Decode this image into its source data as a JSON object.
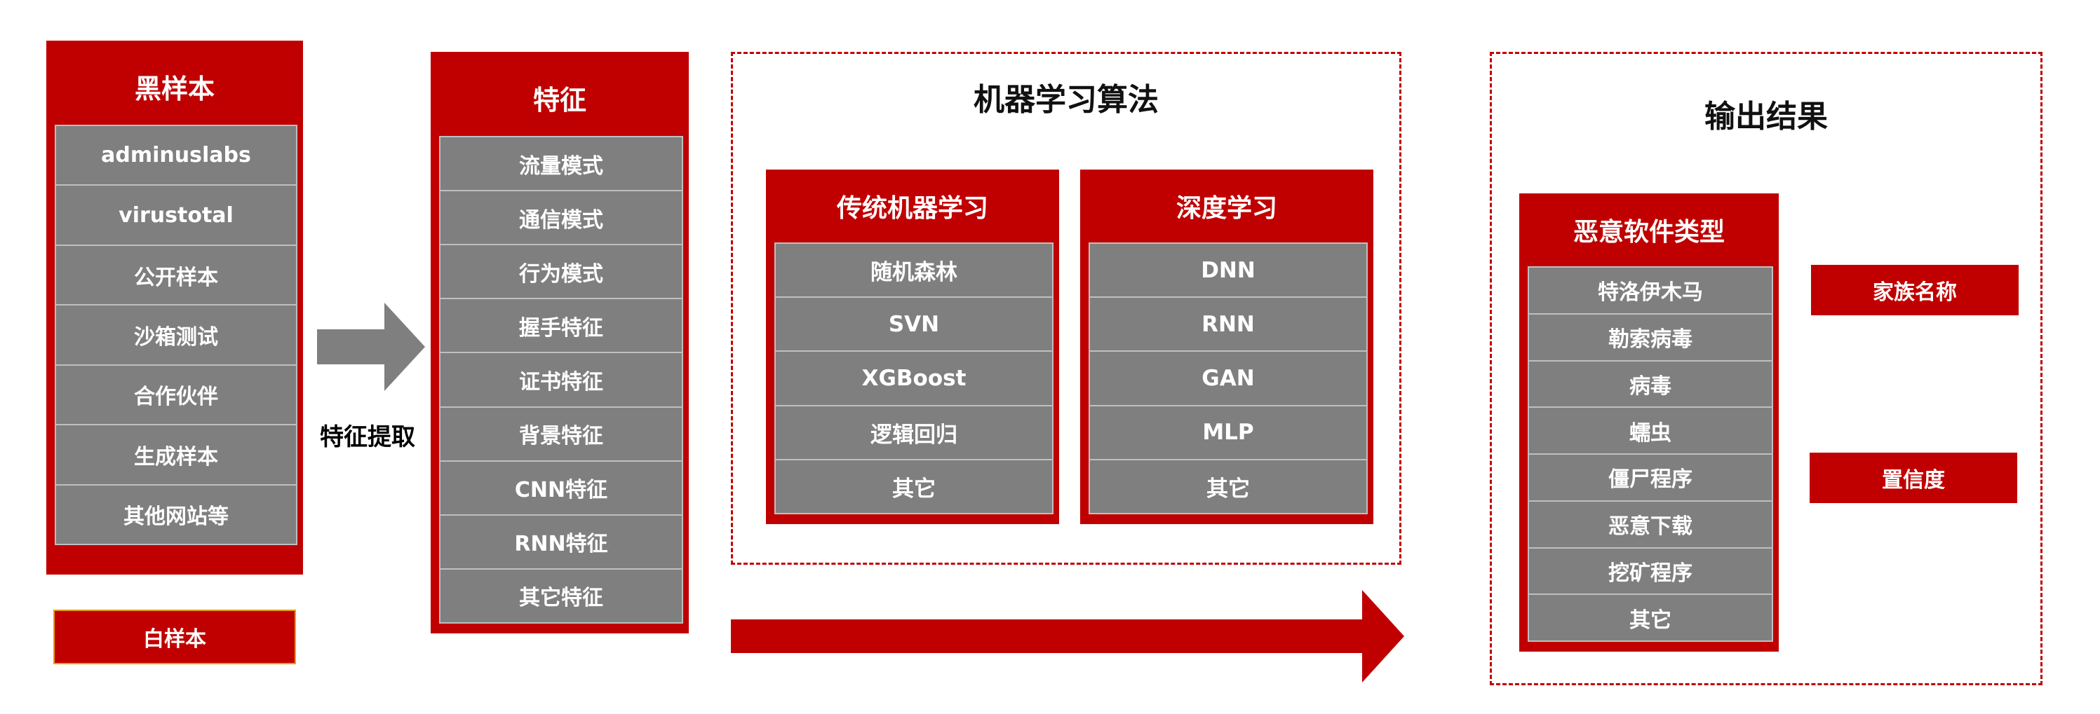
{
  "black_samples": {
    "title": "黑样本",
    "items": [
      "adminuslabs",
      "virustotal",
      "公开样本",
      "沙箱测试",
      "合作伙伴",
      "生成样本",
      "其他网站等"
    ]
  },
  "white_samples": {
    "label": "白样本"
  },
  "arrow_label": "特征提取",
  "features": {
    "title": "特征",
    "items": [
      "流量模式",
      "通信模式",
      "行为模式",
      "握手特征",
      "证书特征",
      "背景特征",
      "CNN特征",
      "RNN特征",
      "其它特征"
    ]
  },
  "ml": {
    "title": "机器学习算法",
    "traditional": {
      "title": "传统机器学习",
      "items": [
        "随机森林",
        "SVN",
        "XGBoost",
        "逻辑回归",
        "其它"
      ]
    },
    "deep": {
      "title": "深度学习",
      "items": [
        "DNN",
        "RNN",
        "GAN",
        "MLP",
        "其它"
      ]
    }
  },
  "output": {
    "title": "输出结果",
    "malware_types": {
      "title": "恶意软件类型",
      "items": [
        "特洛伊木马",
        "勒索病毒",
        "病毒",
        "蠕虫",
        "僵尸程序",
        "恶意下载",
        "挖矿程序",
        "其它"
      ]
    },
    "family_name": "家族名称",
    "confidence": "置信度"
  },
  "colors": {
    "accent_red": "#c00000",
    "cell_gray": "#7f7f7f",
    "arrow_gray": "#7f7f7f"
  }
}
